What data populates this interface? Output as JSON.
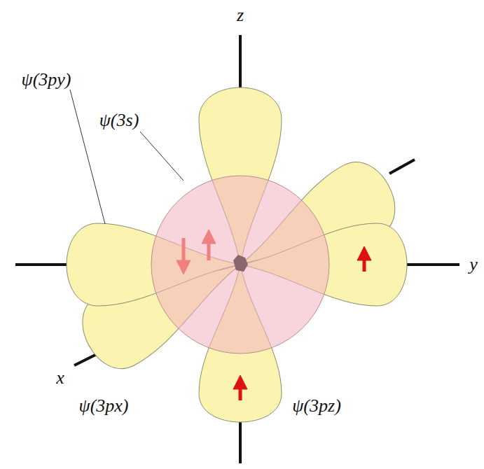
{
  "diagram": {
    "labels": [
      "z",
      "y",
      "x",
      "ψ(3s)",
      "ψ(3py)",
      "ψ(3px)",
      "ψ(3pz)"
    ]
  }
}
